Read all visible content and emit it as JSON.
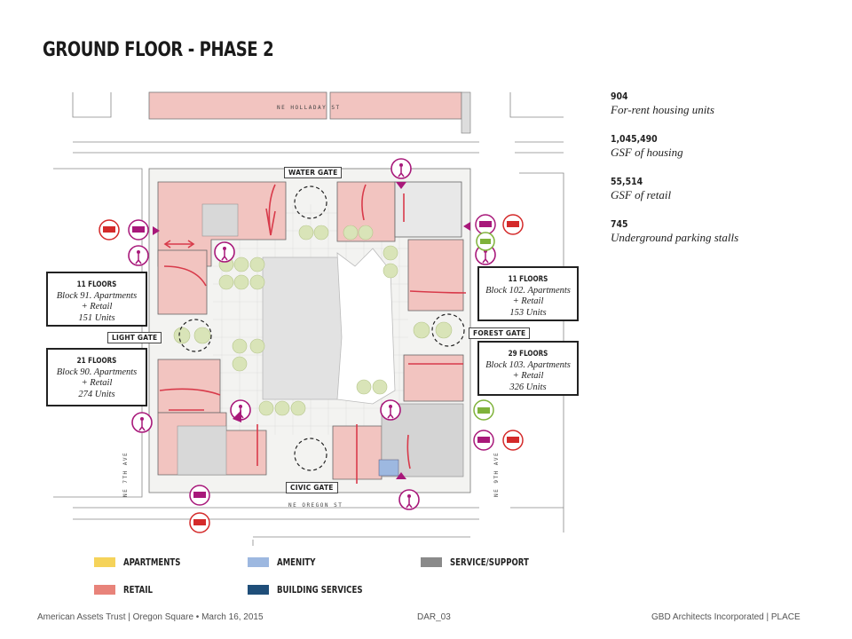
{
  "title": "GROUND FLOOR - PHASE 2",
  "stats": [
    {
      "value": "904",
      "label": "For-rent housing units"
    },
    {
      "value": "1,045,490",
      "label": "GSF of housing"
    },
    {
      "value": "55,514",
      "label": "GSF of retail"
    },
    {
      "value": "745",
      "label": "Underground parking stalls"
    }
  ],
  "callouts": {
    "block91": {
      "floors": "11 FLOORS",
      "line1": "Block 91.  Apartments",
      "line2": "+ Retail",
      "line3": "151 Units"
    },
    "block90": {
      "floors": "21 FLOORS",
      "line1": "Block 90.  Apartments",
      "line2": "+ Retail",
      "line3": "274 Units"
    },
    "block102": {
      "floors": "11 FLOORS",
      "line1": "Block 102.  Apartments",
      "line2": "+ Retail",
      "line3": "153 Units"
    },
    "block103": {
      "floors": "29 FLOORS",
      "line1": "Block 103.  Apartments",
      "line2": "+ Retail",
      "line3": "326 Units"
    }
  },
  "gates": {
    "water": "WATER GATE",
    "light": "LIGHT GATE",
    "forest": "FOREST GATE",
    "civic": "CIVIC GATE"
  },
  "streets": {
    "north": "NE HOLLADAY ST",
    "south": "NE OREGON ST",
    "west": "NE 7TH AVE",
    "east": "NE 9TH AVE"
  },
  "legend": [
    {
      "label": "APARTMENTS",
      "color": "#f5d35a"
    },
    {
      "label": "AMENITY",
      "color": "#9db8e0"
    },
    {
      "label": "SERVICE/SUPPORT",
      "color": "#8a8a8a"
    },
    {
      "label": "RETAIL",
      "color": "#e8837a"
    },
    {
      "label": "BUILDING SERVICES",
      "color": "#1f4e79"
    }
  ],
  "footer": {
    "left": "American Assets Trust | Oregon Square   •   March 16, 2015",
    "center": "DAR_03",
    "right": "GBD Architects Incorporated   |   PLACE"
  },
  "colors": {
    "retail_fill": "#f2c4c0",
    "accent_magenta": "#a8187a",
    "truck_red": "#d42a2a",
    "car_green": "#7fb23a"
  }
}
